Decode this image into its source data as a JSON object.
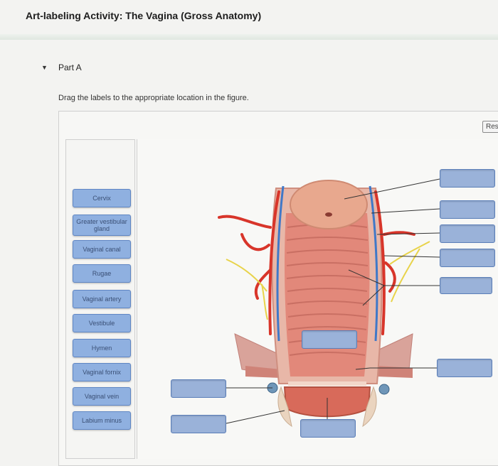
{
  "header": {
    "title": "Art-labeling Activity: The Vagina (Gross Anatomy)"
  },
  "part": {
    "toggle_icon": "▼",
    "label": "Part A"
  },
  "instructions": "Drag the labels to the appropriate location in the figure.",
  "reset_button": {
    "label": "Res"
  },
  "labels": [
    "Cervix",
    "Greater vestibular gland",
    "Vaginal canal",
    "Rugae",
    "Vaginal artery",
    "Vestibule",
    "Hymen",
    "Vaginal fornix",
    "Vaginal vein",
    "Labium minus"
  ],
  "colors": {
    "chip_fill": "#8fb0e0",
    "chip_border": "#5f86c4",
    "drop_fill": "#9ab2d9",
    "tissue": "#e2887a",
    "artery": "#d8352a",
    "vein": "#3f78c8",
    "nerve": "#e8d34a"
  }
}
